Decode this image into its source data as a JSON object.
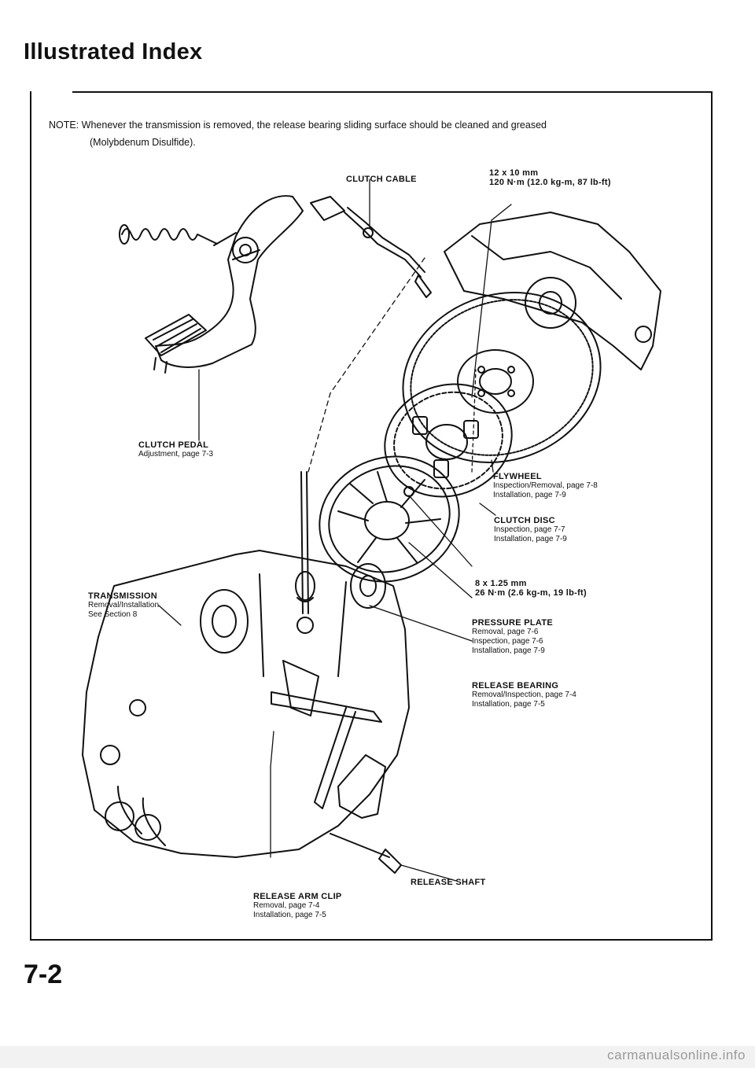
{
  "page": {
    "title": "Illustrated Index",
    "page_number": "7-2",
    "note_line1": "NOTE: Whenever the transmission is removed, the release bearing sliding surface should be cleaned and greased",
    "note_line2": "(Molybdenum Disulfide).",
    "watermark": "carmanualsonline.info"
  },
  "labels": {
    "clutch_cable": "CLUTCH CABLE",
    "bolt_12_size": "12 x 10 mm",
    "bolt_12_torque": "120 N·m (12.0 kg-m, 87 lb-ft)",
    "clutch_pedal": "CLUTCH PEDAL",
    "clutch_pedal_ref": "Adjustment, page 7-3",
    "flywheel": "FLYWHEEL",
    "flywheel_ref1": "Inspection/Removal, page 7-8",
    "flywheel_ref2": "Installation, page 7-9",
    "clutch_disc": "CLUTCH DISC",
    "clutch_disc_ref1": "Inspection, page 7-7",
    "clutch_disc_ref2": "Installation, page 7-9",
    "transmission": "TRANSMISSION",
    "transmission_ref1": "Removal/Installation",
    "transmission_ref2": "See Section 8",
    "bolt_8_size": "8 x 1.25 mm",
    "bolt_8_torque": "26 N·m (2.6 kg-m, 19 lb-ft)",
    "pressure_plate": "PRESSURE PLATE",
    "pressure_plate_ref1": "Removal, page 7-6",
    "pressure_plate_ref2": "Inspection, page 7-6",
    "pressure_plate_ref3": "Installation, page 7-9",
    "release_bearing": "RELEASE BEARING",
    "release_bearing_ref1": "Removal/Inspection, page 7-4",
    "release_bearing_ref2": "Installation, page 7-5",
    "release_shaft": "RELEASE SHAFT",
    "release_arm_clip": "RELEASE ARM CLIP",
    "release_arm_clip_ref1": "Removal, page 7-4",
    "release_arm_clip_ref2": "Installation, page 7-5"
  }
}
